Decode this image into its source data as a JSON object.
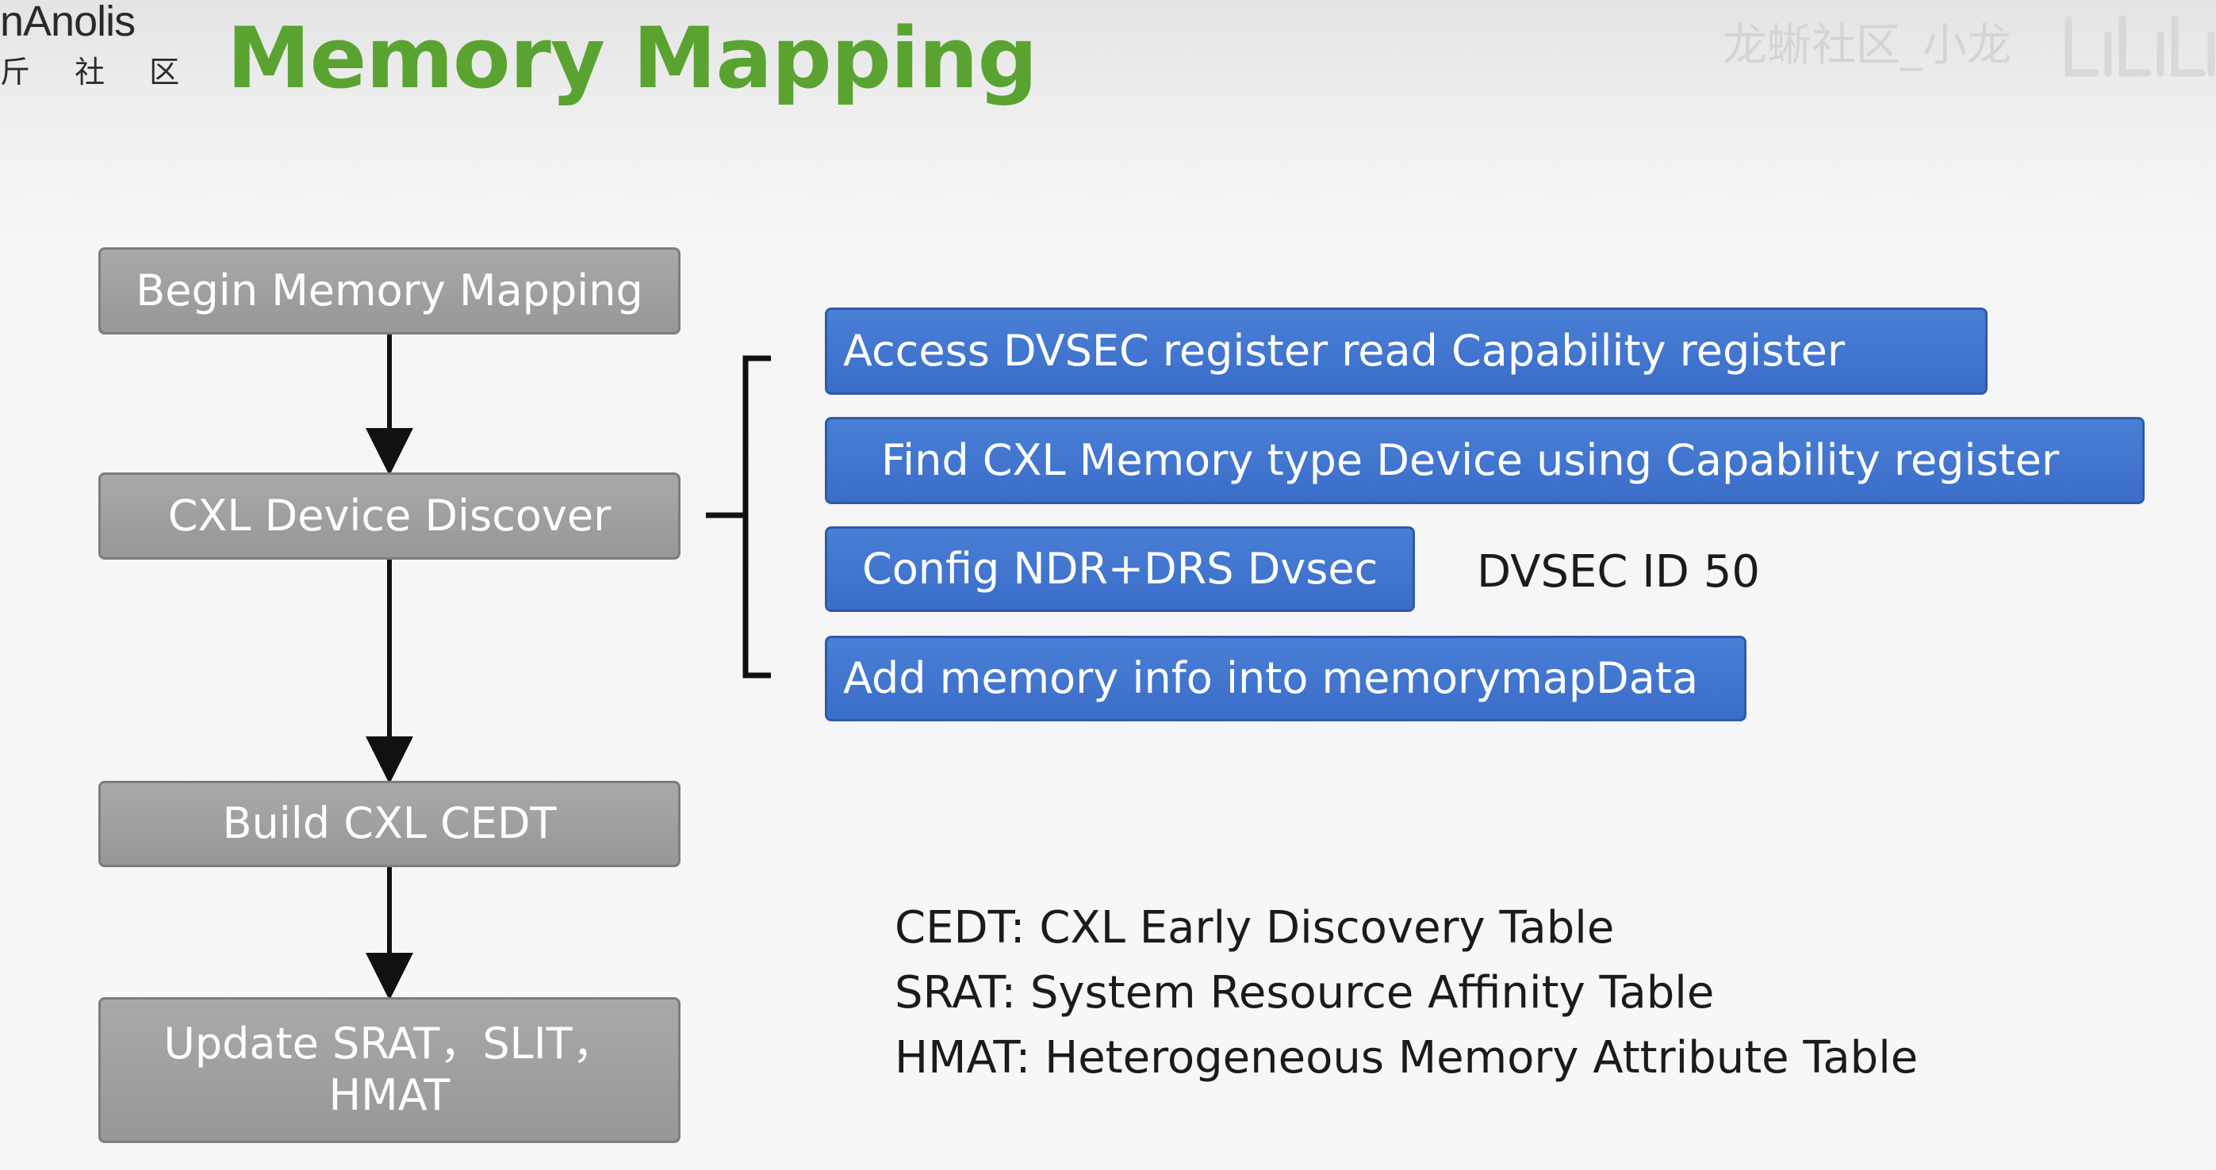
{
  "header": {
    "logo_en": "nAnolis",
    "logo_cn": "斤 社 区",
    "title": "Memory Mapping",
    "watermark": "龙蜥社区_小龙"
  },
  "flow": {
    "steps": [
      "Begin Memory Mapping",
      "CXL Device Discover",
      "Build CXL CEDT",
      "Update SRAT，SLIT，",
      "HMAT"
    ]
  },
  "discover_substeps": [
    "Access DVSEC register read Capability register",
    "Find CXL Memory type Device using Capability register",
    "Config NDR+DRS Dvsec",
    "Add memory info into memorymapData"
  ],
  "dvsec_note": "DVSEC ID 50",
  "definitions": [
    "CEDT: CXL Early Discovery Table",
    "SRAT: System Resource Affinity Table",
    "HMAT: Heterogeneous Memory Attribute Table"
  ],
  "colors": {
    "title_green": "#5aa331",
    "flow_box_gray": "#a0a0a0",
    "substep_blue": "#3f74cf",
    "text_dark": "#1b1b1b"
  }
}
